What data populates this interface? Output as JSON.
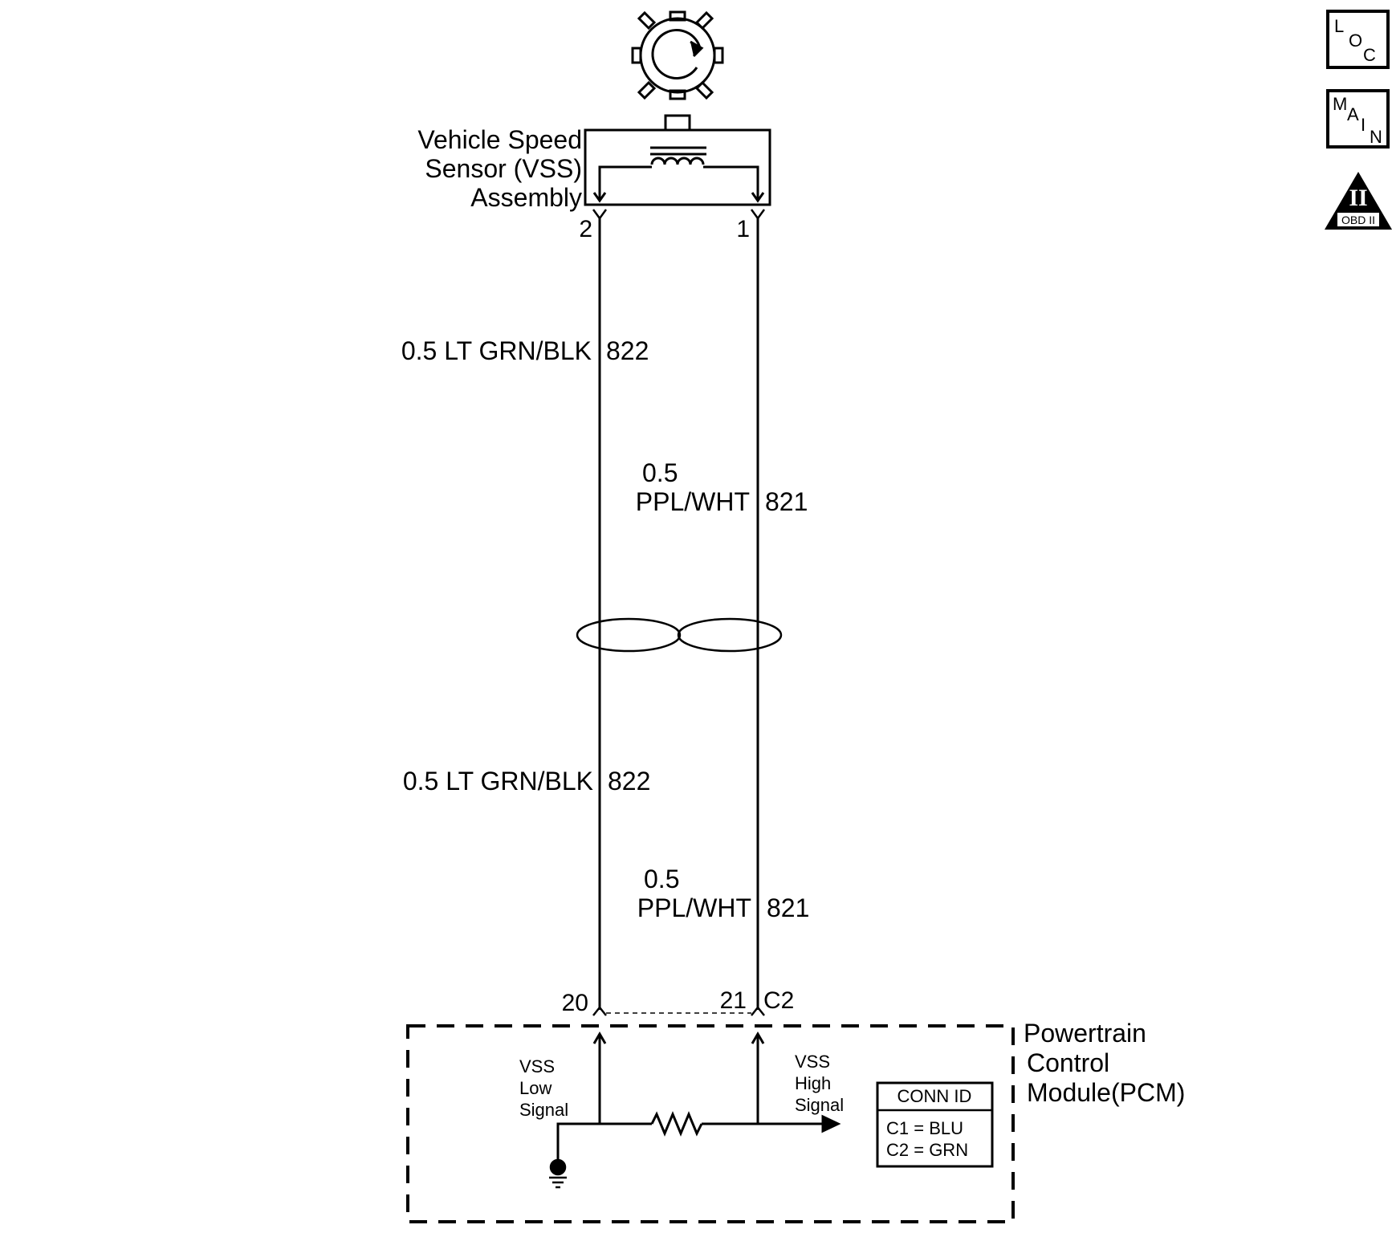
{
  "sensor": {
    "name_line1": "Vehicle Speed",
    "name_line2": "Sensor (VSS)",
    "name_line3": "Assembly",
    "pin_left": "2",
    "pin_right": "1"
  },
  "wires": {
    "left_upper": "0.5 LT GRN/BLK",
    "left_upper_circuit": "822",
    "right_upper_size": "0.5",
    "right_upper_color": "PPL/WHT",
    "right_upper_circuit": "821",
    "left_lower": "0.5 LT GRN/BLK",
    "left_lower_circuit": "822",
    "right_lower_size": "0.5",
    "right_lower_color": "PPL/WHT",
    "right_lower_circuit": "821"
  },
  "pcm": {
    "pin_left": "20",
    "pin_right": "21",
    "connector": "C2",
    "name_line1": "Powertrain",
    "name_line2": "Control",
    "name_line3": "Module(PCM)",
    "low_line1": "VSS",
    "low_line2": "Low",
    "low_line3": "Signal",
    "high_line1": "VSS",
    "high_line2": "High",
    "high_line3": "Signal",
    "conn_id_title": "CONN ID",
    "conn_id_c1": "C1 = BLU",
    "conn_id_c2": "C2 = GRN"
  },
  "side_icons": {
    "loc": [
      "L",
      "O",
      "C"
    ],
    "main": [
      "M",
      "A",
      "I",
      "N"
    ],
    "obd_numeral": "II",
    "obd_label": "OBD II"
  },
  "icons": [
    "gear-icon",
    "loc-icon",
    "main-icon",
    "obd-ii-icon",
    "ground-icon",
    "resistor-icon",
    "coil-icon",
    "twisted-pair-icon"
  ]
}
